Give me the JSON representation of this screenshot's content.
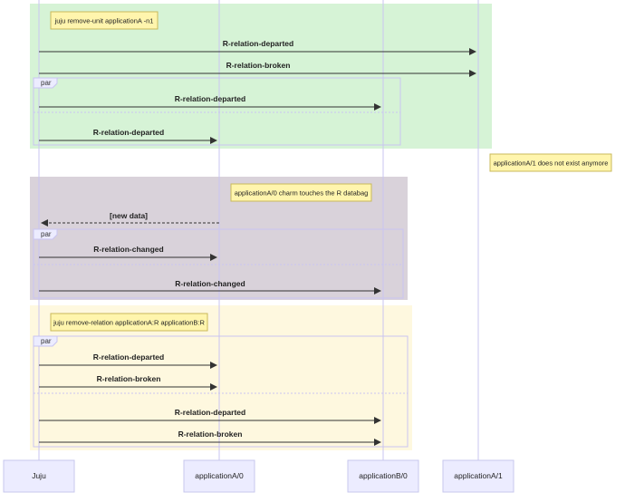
{
  "colors": {
    "block_green": "#d6f3d6",
    "block_gray": "#d9d2da",
    "block_yellow": "#fef8df",
    "note_fill": "#fff5ad",
    "note_border": "#c9b95a",
    "actor_fill": "#ececff",
    "actor_border": "#c7c7ee",
    "lifeline": "#c9c4f2",
    "arrow": "#333333"
  },
  "actors": [
    {
      "name": "Juju"
    },
    {
      "name": "applicationA/0"
    },
    {
      "name": "applicationB/0"
    },
    {
      "name": "applicationA/1"
    }
  ],
  "blocks": [
    {
      "note": "juju remove-unit applicationA -n1",
      "messages": [
        {
          "label": "R-relation-departed",
          "from": "Juju",
          "to": "applicationA/1",
          "style": "solid"
        },
        {
          "label": "R-relation-broken",
          "from": "Juju",
          "to": "applicationA/1",
          "style": "solid"
        }
      ],
      "par": {
        "label": "par",
        "branches": [
          [
            {
              "label": "R-relation-departed",
              "from": "Juju",
              "to": "applicationB/0",
              "style": "solid"
            }
          ],
          [
            {
              "label": "R-relation-departed",
              "from": "Juju",
              "to": "applicationA/0",
              "style": "solid"
            }
          ]
        ]
      }
    },
    {
      "side_note": "applicationA/1 does not exist anymore"
    },
    {
      "note": "applicationA/0 charm touches the R databag",
      "messages": [
        {
          "label": "[new data]",
          "from": "applicationA/0",
          "to": "Juju",
          "style": "dotted"
        }
      ],
      "par": {
        "label": "par",
        "branches": [
          [
            {
              "label": "R-relation-changed",
              "from": "Juju",
              "to": "applicationA/0",
              "style": "solid"
            }
          ],
          [
            {
              "label": "R-relation-changed",
              "from": "Juju",
              "to": "applicationB/0",
              "style": "solid"
            }
          ]
        ]
      }
    },
    {
      "note": "juju remove-relation applicationA:R applicationB:R",
      "par": {
        "label": "par",
        "branches": [
          [
            {
              "label": "R-relation-departed",
              "from": "Juju",
              "to": "applicationA/0",
              "style": "solid"
            },
            {
              "label": "R-relation-broken",
              "from": "Juju",
              "to": "applicationA/0",
              "style": "solid"
            }
          ],
          [
            {
              "label": "R-relation-departed",
              "from": "Juju",
              "to": "applicationB/0",
              "style": "solid"
            },
            {
              "label": "R-relation-broken",
              "from": "Juju",
              "to": "applicationB/0",
              "style": "solid"
            }
          ]
        ]
      }
    }
  ]
}
